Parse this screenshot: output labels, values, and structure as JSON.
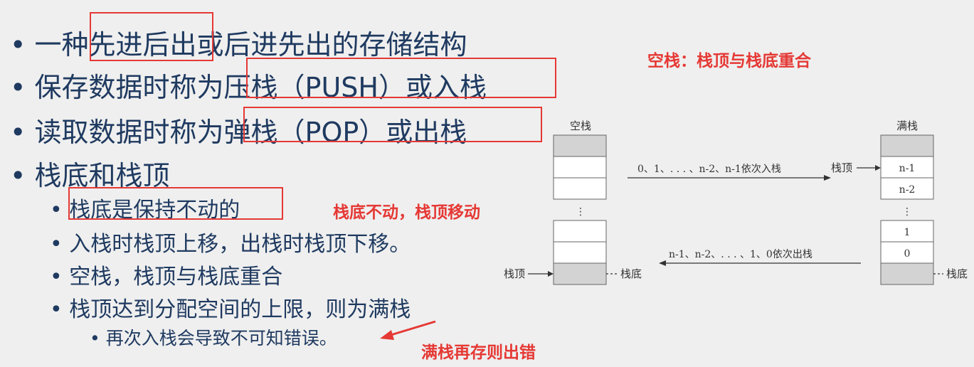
{
  "bullets": {
    "b1": {
      "pre": "一种",
      "boxed": "先进后出",
      "post": "或后进先出的存储结构"
    },
    "b2": {
      "pre": "保存数据时称为",
      "boxed": "压栈（PUSH）或入栈"
    },
    "b3": {
      "pre": "读取数据时称为",
      "boxed": "弹栈（POP）或出栈"
    },
    "b4": {
      "text": "栈底和栈顶"
    },
    "s1": {
      "boxed": "栈底是保持不动的"
    },
    "s2": {
      "text": "入栈时栈顶上移，出栈时栈顶下移。"
    },
    "s3": {
      "text": "空栈，栈顶与栈底重合"
    },
    "s4": {
      "text": "栈顶达到分配空间的上限，则为满栈"
    },
    "ss1": {
      "text": "再次入栈会导致不可知错误。"
    }
  },
  "annotations": {
    "empty_stack_note": "空栈：栈顶与栈底重合",
    "bottom_top_note": "栈底不动，栈顶移动",
    "full_stack_note": "满栈再存则出错"
  },
  "diagram": {
    "empty_title": "空栈",
    "full_title": "满栈",
    "push_label": "0、1、. . . 、n-2、n-1依次入栈",
    "pop_label": "n-1、n-2、. . . 、1、0依次出栈",
    "top_label_full": "栈顶",
    "top_label_empty": "栈顶",
    "bottom_label_empty": "栈底",
    "bottom_label_full": "栈底",
    "cells_full": [
      "n-1",
      "n-2",
      "1",
      "0"
    ],
    "ellipsis": "⋮"
  },
  "colors": {
    "text": "#1f3a60",
    "accent": "#e53935",
    "cell_shade": "#d3d3d3"
  }
}
